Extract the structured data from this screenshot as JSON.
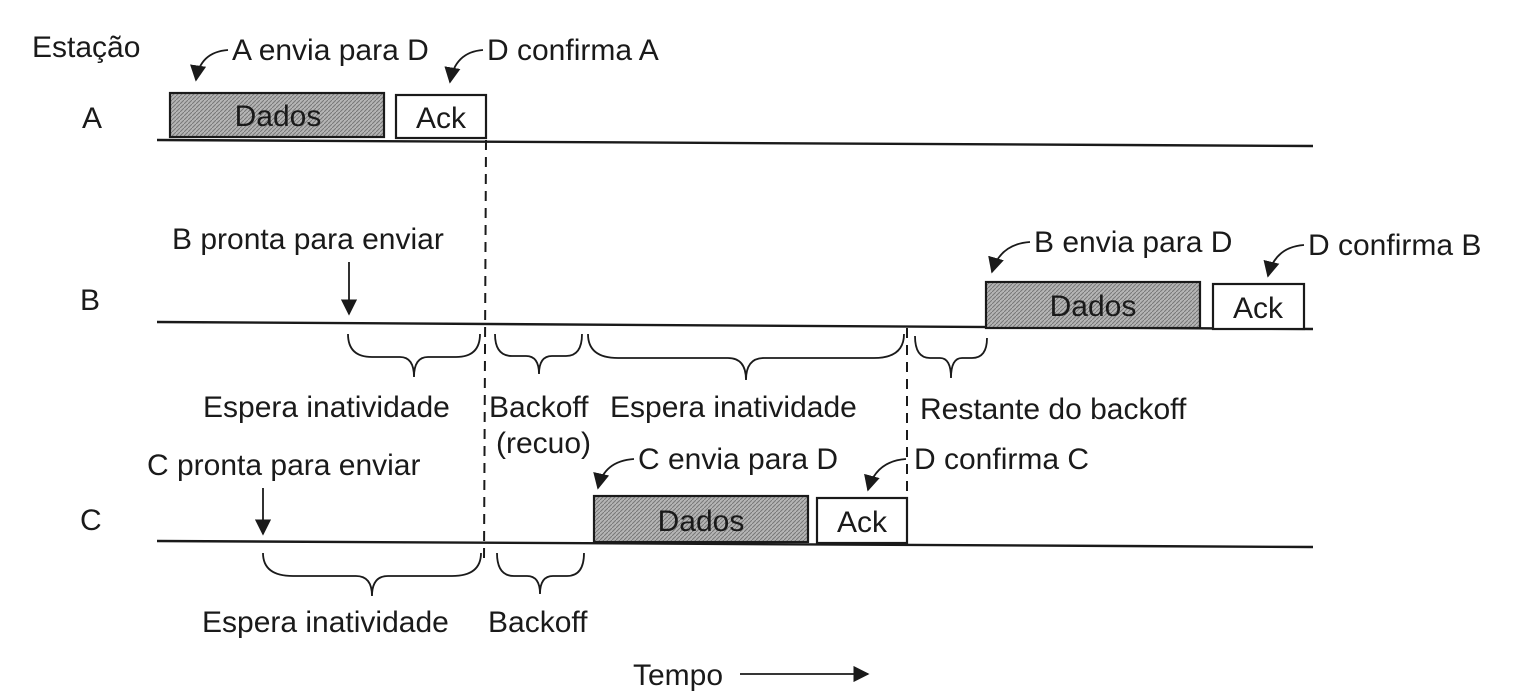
{
  "header": {
    "station_label": "Estação"
  },
  "stations": [
    {
      "id": "A",
      "label": "A"
    },
    {
      "id": "B",
      "label": "B"
    },
    {
      "id": "C",
      "label": "C"
    }
  ],
  "frames": {
    "data_label": "Dados",
    "ack_label": "Ack"
  },
  "annotations": {
    "a_sends_d": "A envia para D",
    "d_confirms_a": "D confirma A",
    "b_ready": "B pronta para enviar",
    "b_sends_d": "B envia para D",
    "d_confirms_b": "D confirma B",
    "c_ready": "C pronta para enviar",
    "c_sends_d": "C envia para D",
    "d_confirms_c": "D confirma C"
  },
  "intervals": {
    "b_idle_wait_1": "Espera inatividade",
    "b_backoff": "Backoff",
    "b_backoff_sub": "(recuo)",
    "b_idle_wait_2": "Espera inatividade",
    "b_remaining_backoff": "Restante do backoff",
    "c_idle_wait": "Espera inatividade",
    "c_backoff": "Backoff"
  },
  "axis": {
    "time_label": "Tempo"
  },
  "colors": {
    "ink": "#1a1a1a",
    "data_fill": "#a8a8a8",
    "background": "#ffffff"
  }
}
